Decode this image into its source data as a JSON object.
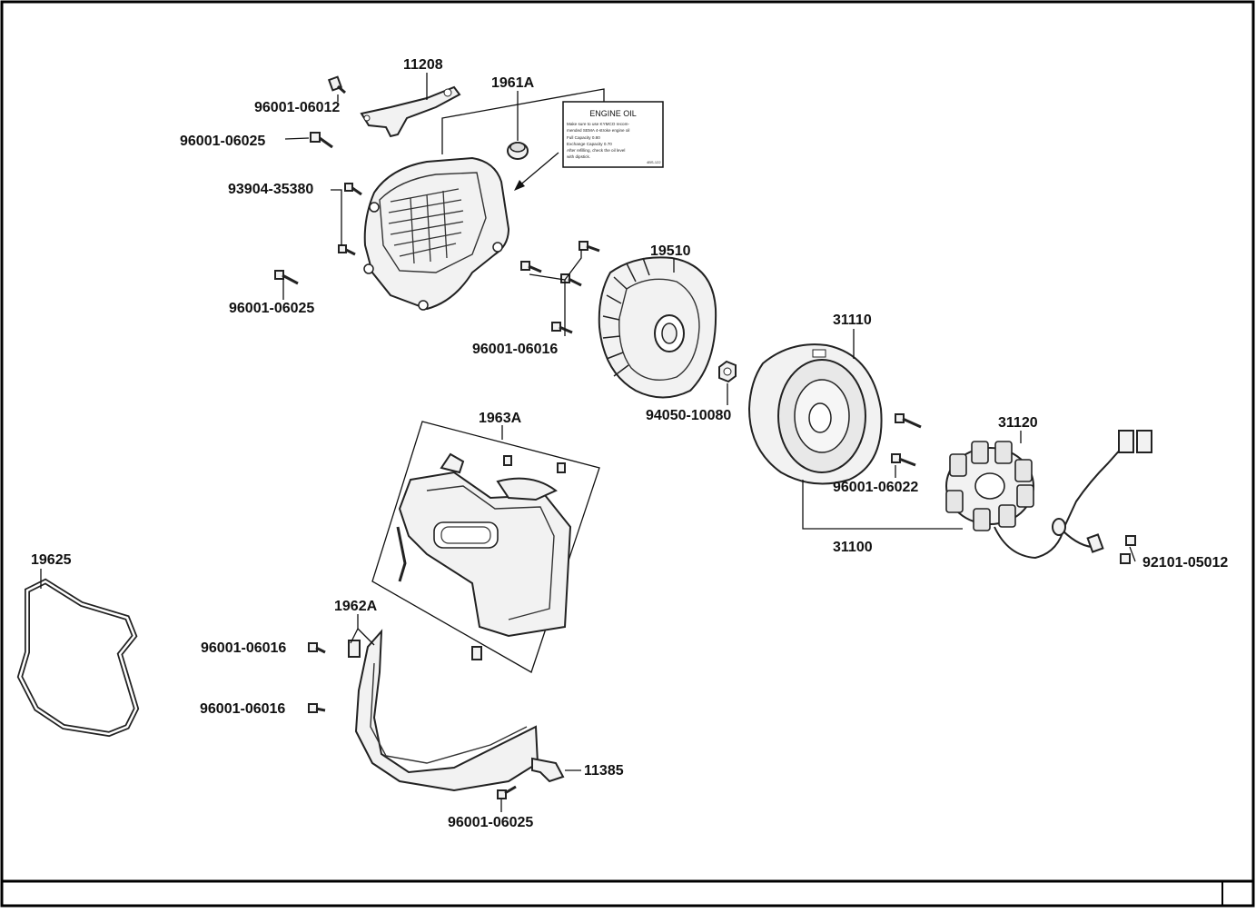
{
  "labels": {
    "p11208": "11208",
    "p96001_06012": "96001-06012",
    "p1961A": "1961A",
    "p96001_06025_a": "96001-06025",
    "p93904_35380": "93904-35380",
    "p96001_06025_b": "96001-06025",
    "p19510": "19510",
    "p96001_06016_a": "96001-06016",
    "p31110": "31110",
    "p94050_10080": "94050-10080",
    "p1963A": "1963A",
    "p31120": "31120",
    "p96001_06022": "96001-06022",
    "p31100": "31100",
    "p92101_05012": "92101-05012",
    "p19625": "19625",
    "p1962A": "1962A",
    "p96001_06016_b": "96001-06016",
    "p96001_06016_c": "96001-06016",
    "p11385": "11385",
    "p96001_06025_c": "96001-06025"
  },
  "oil_label": {
    "title": "ENGINE OIL",
    "lines": [
      "Make sure to use KYMCO recom-",
      "mended SEMA 4-stroke engine oil",
      "Full Capacity            0.80",
      "Exchange Capacity      0.70",
      "After refilling, check the oil level",
      "with dipstick."
    ],
    "code": "4BS-122"
  }
}
